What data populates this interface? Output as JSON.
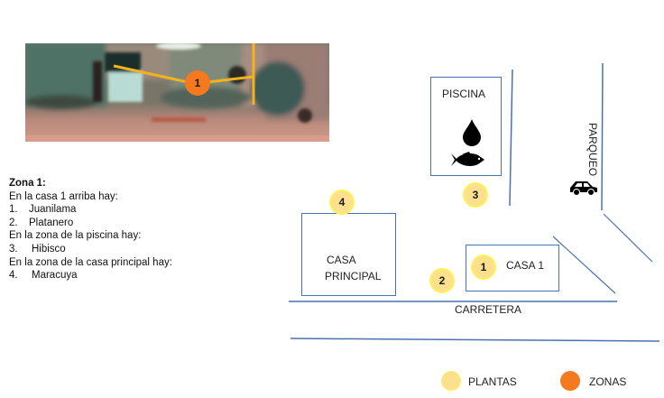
{
  "colors": {
    "plant_marker": "#fde08e",
    "plant_marker_border": "#fdf25a",
    "zone_marker": "#f57a1f",
    "zone_line": "#f5b21f",
    "map_lines": "#4a72b0"
  },
  "satellite": {
    "zone_marker": {
      "label": "1"
    }
  },
  "notes": {
    "title": "Zona 1:",
    "lines": [
      {
        "type": "heading",
        "text": "En la casa 1 arriba hay:"
      },
      {
        "type": "item",
        "num": "1.",
        "text": "Juanilama"
      },
      {
        "type": "item",
        "num": "2.",
        "text": "Platanero"
      },
      {
        "type": "heading",
        "text": "En la zona de la piscina hay:"
      },
      {
        "type": "item",
        "num": "3.",
        "text": "Hibisco"
      },
      {
        "type": "heading",
        "text": "En la zona de la casa principal hay:"
      },
      {
        "type": "item",
        "num": "4.",
        "text": "Maracuya"
      }
    ]
  },
  "map": {
    "piscina": {
      "label": "PISCINA",
      "icons": [
        "water-drop-icon",
        "fish-icon"
      ]
    },
    "parqueo": {
      "label": "PARQUEO",
      "icon": "car-icon"
    },
    "casa_principal": {
      "label_line1": "CASA",
      "label_line2": "PRINCIPAL"
    },
    "casa1": {
      "label": "CASA 1"
    },
    "carretera": {
      "label": "CARRETERA"
    },
    "plant_markers": [
      {
        "label": "1",
        "near": "CASA 1"
      },
      {
        "label": "2",
        "near": "CASA 1"
      },
      {
        "label": "3",
        "near": "PISCINA"
      },
      {
        "label": "4",
        "near": "CASA PRINCIPAL"
      }
    ]
  },
  "legend": {
    "plantas": "PLANTAS",
    "zonas": "ZONAS"
  }
}
